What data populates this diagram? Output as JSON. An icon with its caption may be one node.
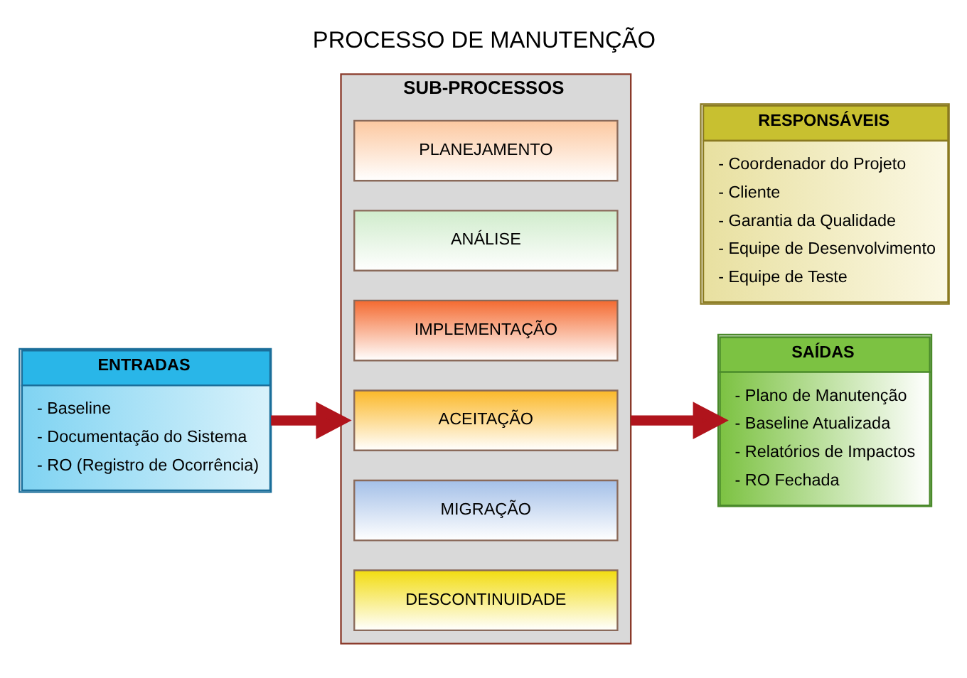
{
  "diagram": {
    "title": "PROCESSO DE MANUTENÇÃO",
    "nodes": [
      {
        "text": [
          "ENTRADAS",
          "- Baseline",
          "- Documentação do Sistema",
          "- RO (Registro de Ocorrência)"
        ]
      },
      {
        "text": [
          "SUB-PROCESSOS"
        ]
      },
      {
        "text": [
          "PLANEJAMENTO"
        ],
        "in": 1
      },
      {
        "text": [
          "ANÁLISE"
        ],
        "in": 1
      },
      {
        "text": [
          "IMPLEMENTAÇÃO"
        ],
        "in": 1
      },
      {
        "text": [
          "ACEITAÇÃO"
        ],
        "in": 1
      },
      {
        "text": [
          "MIGRAÇÃO"
        ],
        "in": 1
      },
      {
        "text": [
          "DESCONTINUIDADE"
        ],
        "in": 1
      },
      {
        "text": [
          "SAÍDAS",
          "- Plano de Manutenção",
          "- Baseline Atualizada",
          "- Relatórios de Impactos",
          "- RO Fechada"
        ]
      },
      {
        "text": [
          "RESPONSÁVEIS",
          "- Coordenador do Projeto",
          "- Cliente",
          "- Garantia da Qualidade",
          "- Equipe de Desenvolvimento",
          "- Equipe de Teste"
        ]
      }
    ],
    "edges": [
      {
        "from": 0,
        "to": 1,
        "arrow": "to"
      },
      {
        "from": 1,
        "to": 8,
        "arrow": "to"
      }
    ]
  }
}
